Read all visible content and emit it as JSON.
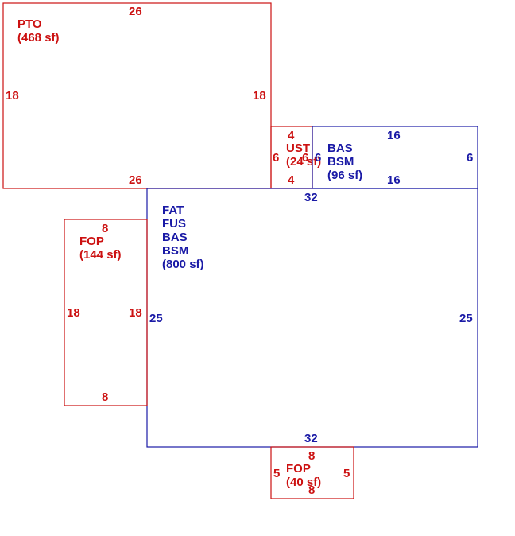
{
  "areas": [
    {
      "id": "pto",
      "lines": [
        "PTO",
        "(468 sf)"
      ],
      "color": "#cc1111",
      "dims": {
        "top": "26",
        "bottom": "26",
        "left": "18",
        "right": "18"
      }
    },
    {
      "id": "ust",
      "lines": [
        "UST",
        "(24 sf)"
      ],
      "color": "#cc1111",
      "dims": {
        "top": "4",
        "bottom": "4",
        "left": "6",
        "right": "6"
      }
    },
    {
      "id": "bas-bsm-small",
      "lines": [
        "BAS",
        "BSM",
        "(96 sf)"
      ],
      "color": "#1a1aa6",
      "dims": {
        "top": "16",
        "bottom": "16",
        "left": "6",
        "right": "6"
      }
    },
    {
      "id": "main",
      "lines": [
        "FAT",
        "FUS",
        "BAS",
        "BSM",
        "(800 sf)"
      ],
      "color": "#1a1aa6",
      "dims": {
        "top": "32",
        "bottom": "32",
        "left": "25",
        "right": "25"
      }
    },
    {
      "id": "fop-left",
      "lines": [
        "FOP",
        "(144 sf)"
      ],
      "color": "#cc1111",
      "dims": {
        "top": "8",
        "bottom": "8",
        "left": "18",
        "right": "18"
      }
    },
    {
      "id": "fop-bottom",
      "lines": [
        "FOP",
        "(40 sf)"
      ],
      "color": "#cc1111",
      "dims": {
        "top": "8",
        "bottom": "8",
        "left": "5",
        "right": "5"
      }
    }
  ]
}
